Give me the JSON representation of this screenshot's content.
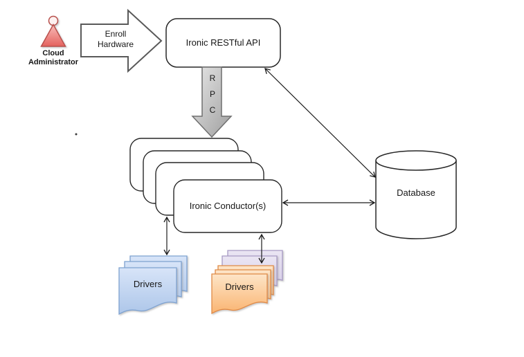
{
  "nodes": {
    "cloud_admin": {
      "label": "Cloud Administrator"
    },
    "enroll": {
      "label": "Enroll Hardware"
    },
    "api": {
      "label": "Ironic RESTful API"
    },
    "rpc": {
      "letters": [
        "R",
        "P",
        "C"
      ]
    },
    "conductors": {
      "label": "Ironic Conductor(s)",
      "stacked_count": 4
    },
    "database": {
      "label": "Database"
    },
    "drivers_left": {
      "label": "Drivers",
      "sheet_count": 3,
      "color_name": "blue"
    },
    "drivers_right": {
      "label": "Drivers",
      "orange_sheet_count": 3,
      "purple_sheet_count": 2
    }
  },
  "edges": [
    {
      "from": "cloud_admin",
      "to": "api",
      "label": "Enroll Hardware",
      "style": "block-arrow"
    },
    {
      "from": "api",
      "to": "conductors",
      "label": "RPC",
      "style": "block-arrow"
    },
    {
      "from": "api",
      "to": "database",
      "style": "double-headed-line"
    },
    {
      "from": "conductors",
      "to": "database",
      "style": "double-headed-line"
    },
    {
      "from": "conductors",
      "to": "drivers_left",
      "style": "double-headed-line"
    },
    {
      "from": "conductors",
      "to": "drivers_right",
      "style": "double-headed-line"
    }
  ],
  "colors": {
    "canvas_bg": "#ffffff",
    "node_border": "#262626",
    "node_fill": "#ffffff",
    "connector": "#1a1a1a",
    "block_arrow_border": "#595959",
    "rpc_fill_light": "#e7e7e7",
    "rpc_fill_dark": "#9f9f9f",
    "rpc_border": "#6f6f6f",
    "person_fill_top": "#f9bdba",
    "person_fill_bottom": "#e4625e",
    "person_border": "#b8504c",
    "blue_sheet_top": "#d7e4f8",
    "blue_sheet_bottom": "#adc6e9",
    "blue_sheet_border": "#7ea2d0",
    "purple_sheet_top": "#eae5f3",
    "purple_sheet_bottom": "#d5cbe6",
    "purple_sheet_border": "#a79ac4",
    "orange_sheet_top": "#fde5c8",
    "orange_sheet_bottom": "#fab471",
    "orange_sheet_border": "#e08a45"
  }
}
